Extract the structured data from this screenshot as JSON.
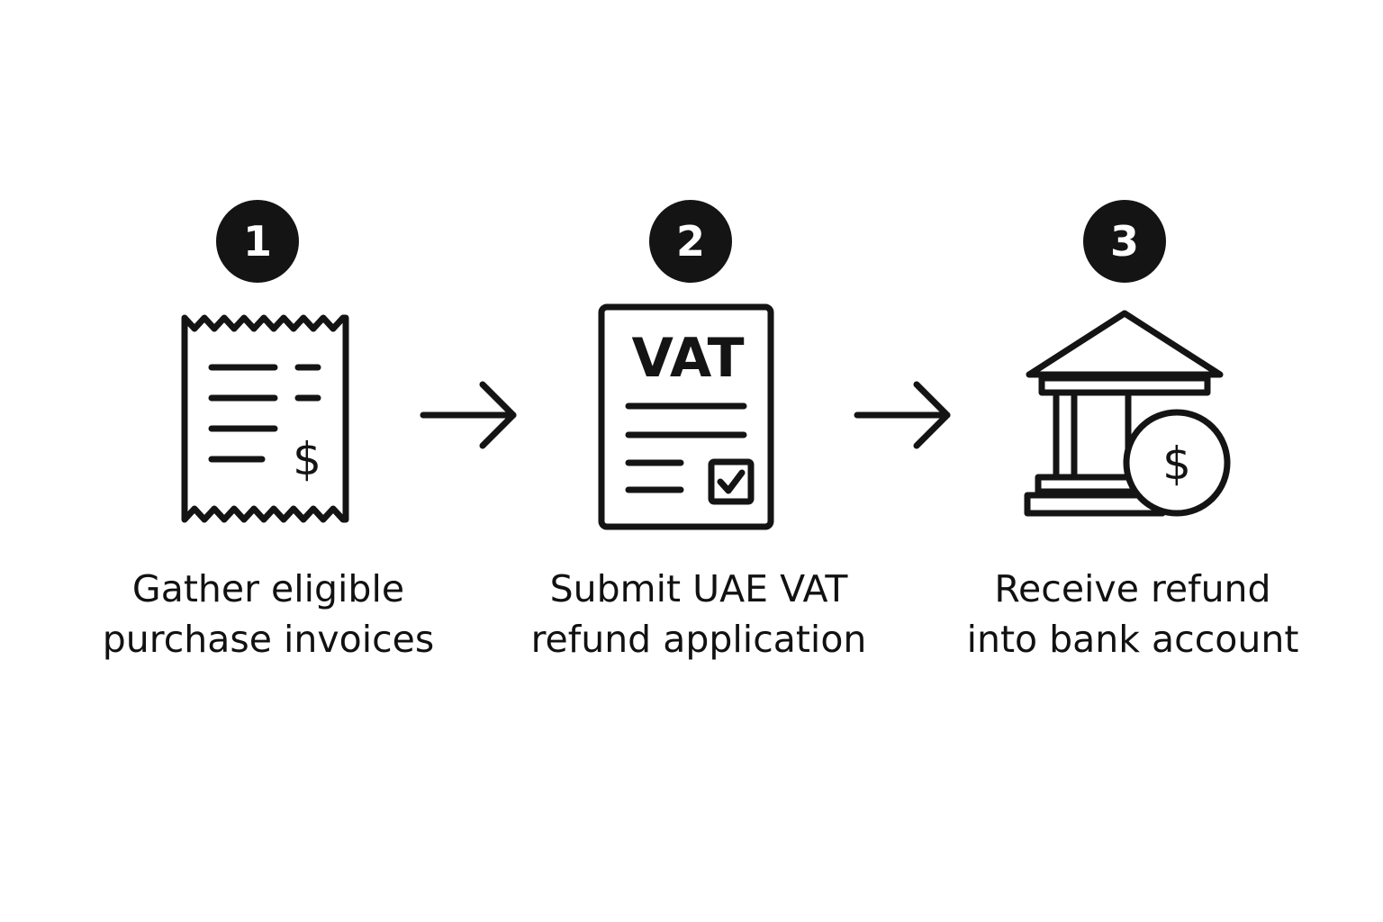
{
  "steps": [
    {
      "number": "1",
      "caption_line1": "Gather eligible",
      "caption_line2": "purchase invoices",
      "icon": "receipt-icon",
      "symbol": "$"
    },
    {
      "number": "2",
      "caption_line1": "Submit UAE VAT",
      "caption_line2": "refund application",
      "icon": "vat-form-icon",
      "symbol": "VAT"
    },
    {
      "number": "3",
      "caption_line1": "Receive refund",
      "caption_line2": "into bank account",
      "icon": "bank-icon",
      "symbol": "$"
    }
  ],
  "colors": {
    "ink": "#141414",
    "background": "#ffffff",
    "badge_text": "#ffffff"
  }
}
